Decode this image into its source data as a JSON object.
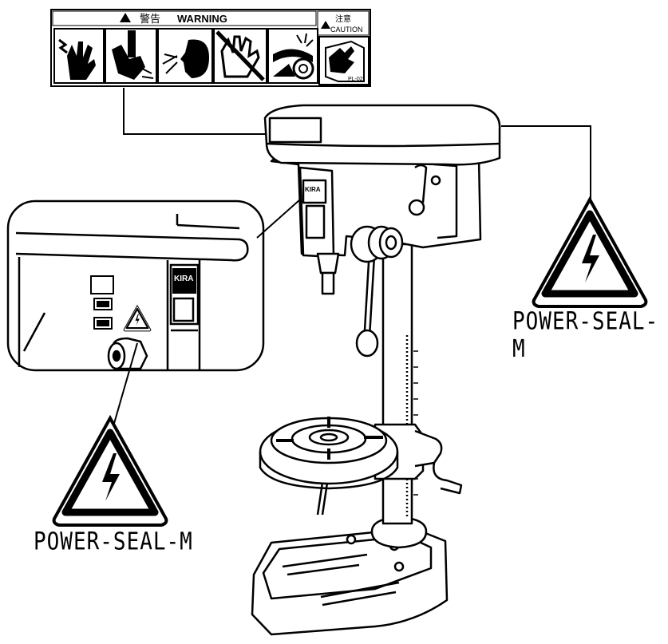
{
  "warning_label": {
    "warning_jp": "警告",
    "warning_en": "WARNING",
    "caution_jp": "注意",
    "caution_en": "CAUTION",
    "code": "PL-02",
    "icons": [
      "electric-shock-hand-icon",
      "rotating-part-hand-icon",
      "eye-protection-icon",
      "no-gloves-icon",
      "entanglement-icon",
      "read-manual-icon"
    ]
  },
  "drill_badge": {
    "brand": "KIRA"
  },
  "seals": {
    "right": "POWER-SEAL-M",
    "left": "POWER-SEAL-M"
  },
  "colors": {
    "line": "#000000",
    "background": "#ffffff"
  }
}
